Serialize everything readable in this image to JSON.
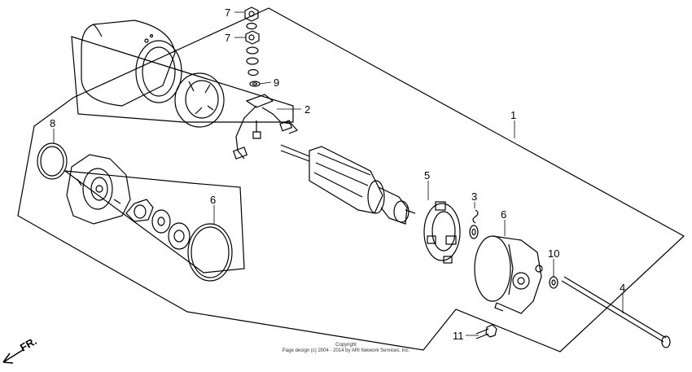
{
  "callouts": {
    "c1": "1",
    "c2": "2",
    "c3": "3",
    "c4": "4",
    "c5": "5",
    "c6a": "6",
    "c6b": "6",
    "c7a": "7",
    "c7b": "7",
    "c8": "8",
    "c9": "9",
    "c10": "10",
    "c11": "11"
  },
  "direction_label": "FR.",
  "copyright": {
    "line1": "Copyright",
    "line2": "Page design (c) 2004 - 2014 by ARI Network Services, Inc."
  },
  "colors": {
    "ink": "#000000",
    "paper": "#ffffff"
  }
}
